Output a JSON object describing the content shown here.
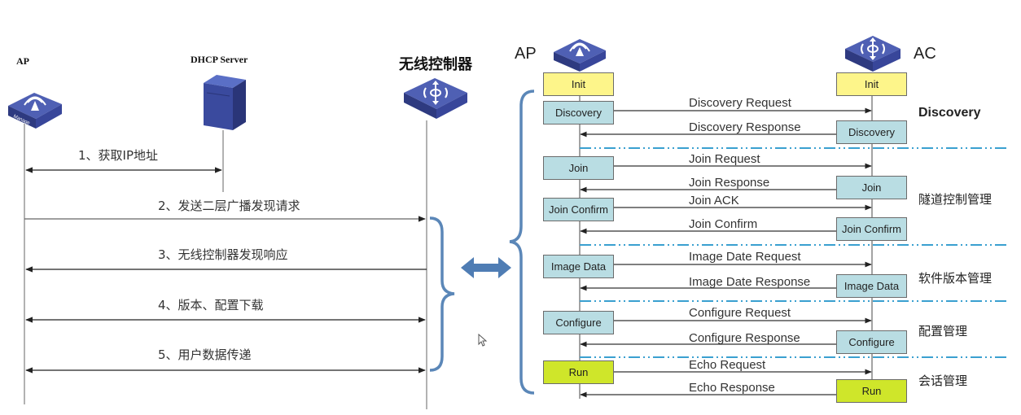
{
  "colors": {
    "device_blue": "#3f4f9c",
    "brace_blue": "#5b87b8",
    "dashdot": "#3aa0d0",
    "init_yellow": "#fdf58a",
    "state_blue": "#b9dde3",
    "run_green": "#cfe62a"
  },
  "left_diagram": {
    "actors": {
      "ap_label": "AP",
      "dhcp_label": "DHCP Server",
      "controller_label": "无线控制器"
    },
    "device_icon_text": "Manage",
    "steps": [
      {
        "label": "1、获取IP地址",
        "from": "AP",
        "to": "DHCP Server",
        "direction": "both"
      },
      {
        "label": "2、发送二层广播发现请求",
        "from": "AP",
        "to": "无线控制器",
        "direction": "right"
      },
      {
        "label": "3、无线控制器发现响应",
        "from": "无线控制器",
        "to": "AP",
        "direction": "left"
      },
      {
        "label": "4、版本、配置下载",
        "from": "AP",
        "to": "无线控制器",
        "direction": "both"
      },
      {
        "label": "5、用户数据传递",
        "from": "AP",
        "to": "无线控制器",
        "direction": "both"
      }
    ]
  },
  "right_diagram": {
    "actors": {
      "ap_label": "AP",
      "ac_label": "AC"
    },
    "ap_states": [
      "Init",
      "Discovery",
      "Join",
      "Join Confirm",
      "Image Data",
      "Configure",
      "Run"
    ],
    "ac_states": [
      "Init",
      "Discovery",
      "Join",
      "Join Confirm",
      "Image Data",
      "Configure",
      "Run"
    ],
    "messages": [
      {
        "label": "Discovery Request",
        "direction": "right"
      },
      {
        "label": "Discovery Response",
        "direction": "left"
      },
      {
        "label": "Join Request",
        "direction": "right"
      },
      {
        "label": "Join Response",
        "direction": "left"
      },
      {
        "label": "Join ACK",
        "direction": "right"
      },
      {
        "label": "Join Confirm",
        "direction": "left"
      },
      {
        "label": "Image Date Request",
        "direction": "right"
      },
      {
        "label": "Image Date Response",
        "direction": "left"
      },
      {
        "label": "Configure Request",
        "direction": "right"
      },
      {
        "label": "Configure Response",
        "direction": "left"
      },
      {
        "label": "Echo Request",
        "direction": "right"
      },
      {
        "label": "Echo Response",
        "direction": "left"
      }
    ],
    "phases": [
      "Discovery",
      "隧道控制管理",
      "软件版本管理",
      "配置管理",
      "会话管理"
    ]
  }
}
